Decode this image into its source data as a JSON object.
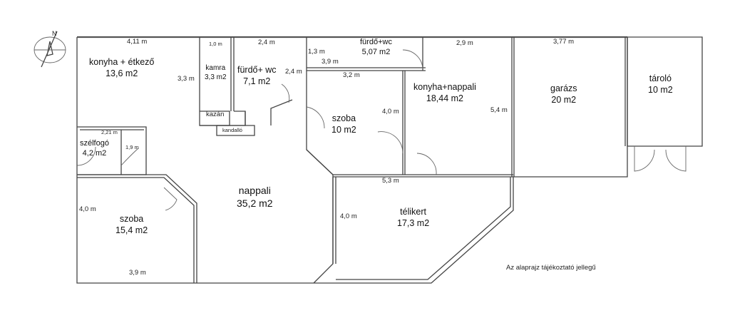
{
  "rooms": {
    "konyha_etkezo": {
      "name": "konyha + étkező",
      "area": "13,6 m2"
    },
    "kamra": {
      "name": "kamra",
      "area": "3,3 m2"
    },
    "furdo1": {
      "name": "fürdő+ wc",
      "area": "7,1 m2"
    },
    "furdo2": {
      "name": "fürdő+wc",
      "area": "5,07 m2"
    },
    "szelfogo": {
      "name": "szélfogó",
      "area": "4,2 m2"
    },
    "szoba_small": {
      "name": "szoba",
      "area": "10 m2"
    },
    "konyha_nappali": {
      "name": "konyha+nappali",
      "area": "18,44 m2"
    },
    "garazs": {
      "name": "garázs",
      "area": "20 m2"
    },
    "tarolo": {
      "name": "tároló",
      "area": "10 m2"
    },
    "nappali": {
      "name": "nappali",
      "area": "35,2 m2"
    },
    "szoba_big": {
      "name": "szoba",
      "area": "15,4 m2"
    },
    "telikert": {
      "name": "télikert",
      "area": "17,3 m2"
    }
  },
  "labels": {
    "kazan": "kazán",
    "kemence": "kandalló"
  },
  "dimensions": {
    "d_411": "4,11 m",
    "d_10": "1,0 m",
    "d_24a": "2,4 m",
    "d_13": "1,3 m",
    "d_29": "2,9 m",
    "d_377": "3,77 m",
    "d_33": "3,3 m",
    "d_24b": "2,4 m",
    "d_39": "3,9 m",
    "d_32": "3,2 m",
    "d_40a": "4,0 m",
    "d_54": "5,4 m",
    "d_221": "2,21 m",
    "d_19": "1,9 m",
    "d_53": "5,3 m",
    "d_40b": "4,0 m",
    "d_40c": "4,0 m",
    "d_39b": "3,9 m"
  },
  "note": "Az alaprajz tájékoztató jellegű",
  "compass": "north-arrow"
}
